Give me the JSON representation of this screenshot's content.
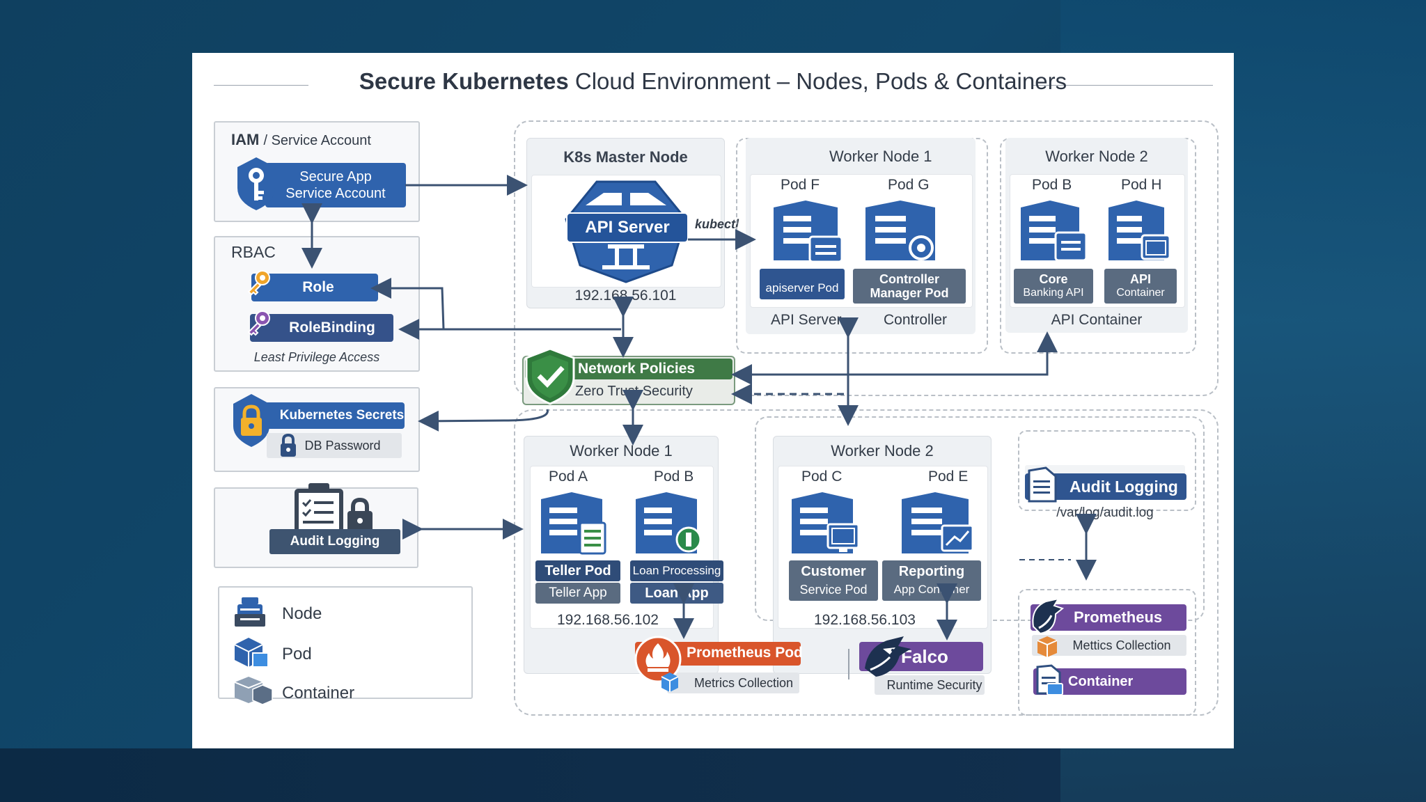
{
  "title": {
    "bold": "Secure Kubernetes",
    "rest": "Cloud Environment – Nodes, Pods & Containers"
  },
  "iam": {
    "heading_bold": "IAM",
    "heading_rest": "/ Service Account",
    "service_account_line1": "Secure App",
    "service_account_line2": "Service Account"
  },
  "rbac": {
    "heading": "RBAC",
    "role": "Role",
    "rolebinding": "RoleBinding",
    "note": "Least Privilege Access"
  },
  "secrets": {
    "label": "Kubernetes Secrets",
    "db_password": "DB Password"
  },
  "audit_left": {
    "label": "Audit Logging"
  },
  "legend": {
    "node": "Node",
    "pod": "Pod",
    "container": "Container"
  },
  "master": {
    "title": "K8s Master Node",
    "api_server": "API Server",
    "ip": "192.168.56.101",
    "kubectl": "kubectl"
  },
  "top_worker1": {
    "title": "Worker Node 1",
    "pod_f": "Pod F",
    "pod_g": "Pod G",
    "apiserver_pod": "apiserver Pod",
    "controller_line1": "Controller",
    "controller_line2": "Manager Pod",
    "caption_api": "API Server",
    "caption_controller": "Controller"
  },
  "top_worker2": {
    "title": "Worker Node 2",
    "pod_b": "Pod B",
    "pod_h": "Pod H",
    "core_line1": "Core",
    "core_line2": "Banking API",
    "api_line1": "API",
    "api_line2": "Container",
    "caption": "API Container"
  },
  "network": {
    "title": "Network Policies",
    "subtitle": "Zero Trust Security"
  },
  "bottom_worker1": {
    "title": "Worker Node 1",
    "pod_a": "Pod A",
    "pod_b": "Pod B",
    "teller_pod": "Teller Pod",
    "teller_app": "Teller App",
    "loan_processing": "Loan Processing",
    "loan_app": "Loan App",
    "ip": "192.168.56.102"
  },
  "bottom_worker2": {
    "title": "Worker Node 2",
    "pod_c": "Pod C",
    "pod_e": "Pod E",
    "customer": "Customer",
    "service_pod": "Service Pod",
    "reporting": "Reporting",
    "app_container": "App Container",
    "ip": "192.168.56.103"
  },
  "audit_right": {
    "label": "Audit Logging",
    "path": "/var/log/audit.log"
  },
  "prometheus_pod": {
    "label": "Prometheus Pod",
    "sub": "Metrics Collection"
  },
  "falco": {
    "label": "Falco",
    "sub": "Runtime Security"
  },
  "prometheus_right": {
    "label": "Prometheus",
    "metrics": "Mettics Collection",
    "container": "Container"
  },
  "colors": {
    "blue": "#2f63ad",
    "purple": "#6d4a9c",
    "green": "#3a7a43",
    "orange": "#d9552b",
    "arrow": "#3b5272"
  }
}
